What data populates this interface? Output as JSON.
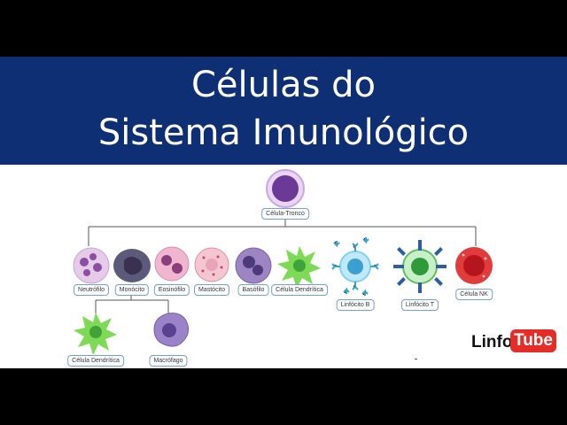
{
  "title": {
    "line1": "Células do",
    "line2": "Sistema Imunológico"
  },
  "cells": {
    "stem": "Célula-Tronco",
    "neutrophil": "Neutrófilo",
    "monocyte": "Monócito",
    "eosinophil": "Eosinófilo",
    "mast": "Mastócito",
    "basophil": "Basófilo",
    "dendritic": "Célula Dendrítica",
    "lymph_b": "Linfócito B",
    "lymph_t": "Linfócito T",
    "nk": "Célula NK",
    "dendritic2": "Célula Dendrítica",
    "macrophage": "Macrófago"
  },
  "logo": {
    "part1": "Linfo",
    "part2": "Tube"
  },
  "colors": {
    "banner": "#0e2f74",
    "logo_red": "#e52d27",
    "stem": "#c9a6e0",
    "granulocyte": "#d9b8e6",
    "dendritic": "#7ed957",
    "lymph_b": "#7fd1f0",
    "lymph_t": "#9be39b",
    "nk": "#e23b3b"
  }
}
